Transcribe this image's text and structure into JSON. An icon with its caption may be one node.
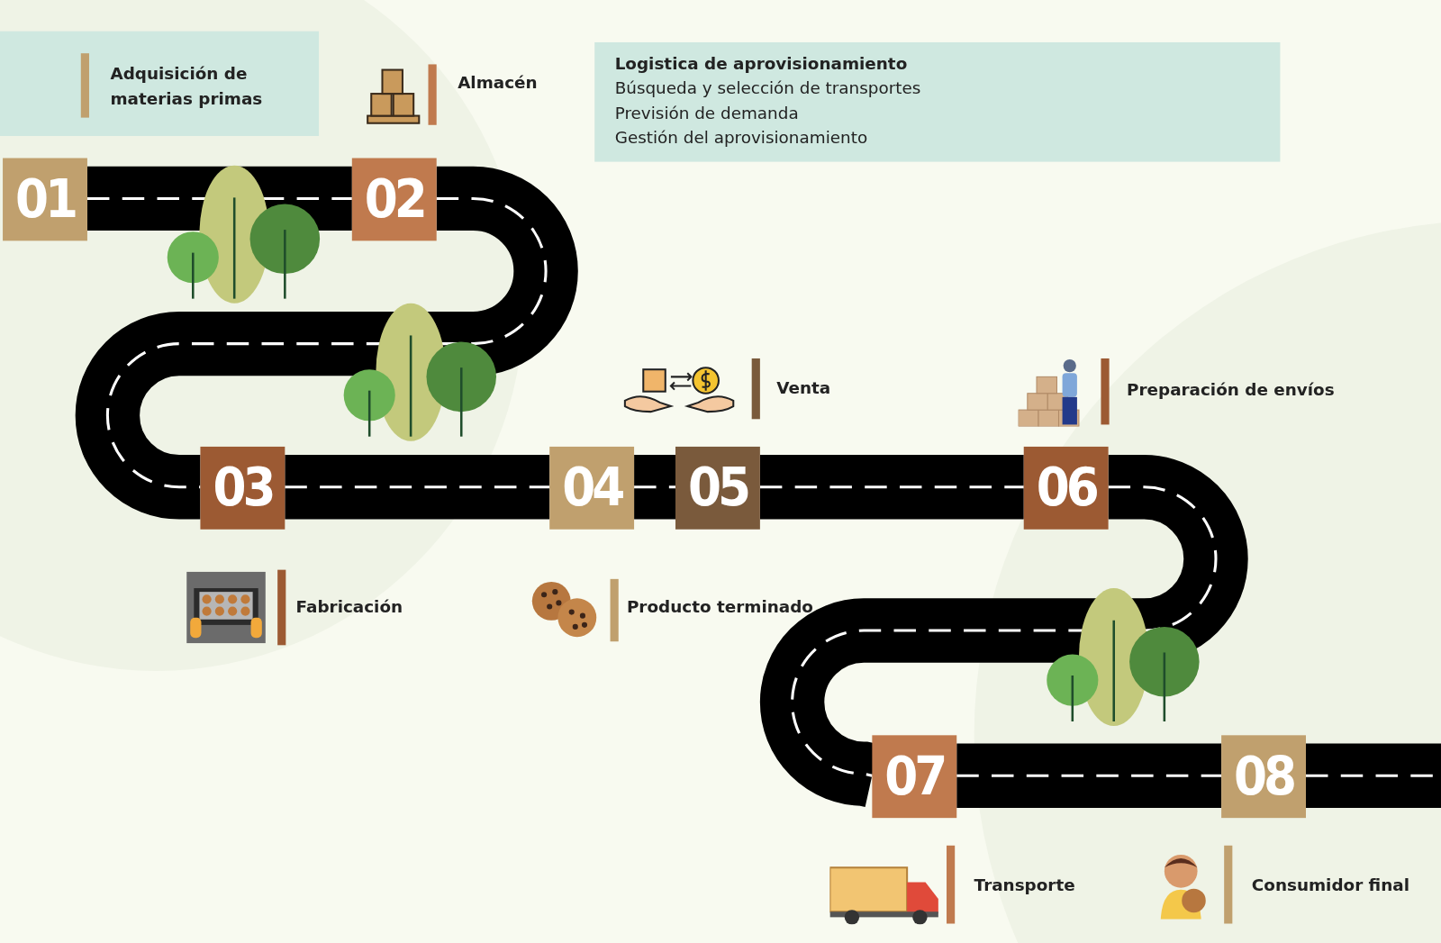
{
  "diagram": {
    "nodes": [
      {
        "text": [
          "Adquisición de materias primas"
        ]
      },
      {
        "text": [
          "Logistica de aprovisionamiento",
          "Búsqueda y selección de transportes",
          "Previsión de demanda",
          "Gestión del aprovisionamiento"
        ]
      },
      {
        "text": [
          "01"
        ]
      },
      {
        "text": [
          "02"
        ]
      },
      {
        "text": [
          "03"
        ]
      },
      {
        "text": [
          "04"
        ]
      },
      {
        "text": [
          "05"
        ]
      },
      {
        "text": [
          "06"
        ]
      },
      {
        "text": [
          "07"
        ]
      },
      {
        "text": [
          "08"
        ]
      }
    ],
    "edges": [
      {
        "from": 2,
        "to": 3,
        "arrow": "none"
      },
      {
        "from": 3,
        "to": 4,
        "arrow": "none"
      },
      {
        "from": 4,
        "to": 5,
        "arrow": "none"
      },
      {
        "from": 5,
        "to": 6,
        "arrow": "none"
      },
      {
        "from": 6,
        "to": 7,
        "arrow": "none"
      },
      {
        "from": 7,
        "to": 8,
        "arrow": "none"
      },
      {
        "from": 8,
        "to": 9,
        "arrow": "none"
      },
      {
        "from": 9,
        "to": null,
        "arrow": "none"
      }
    ],
    "labels": [
      "Almacén",
      "Venta",
      "Preparación de envíos",
      "Fabricación",
      "Producto terminado",
      "Transporte",
      "Consumidor final"
    ]
  }
}
